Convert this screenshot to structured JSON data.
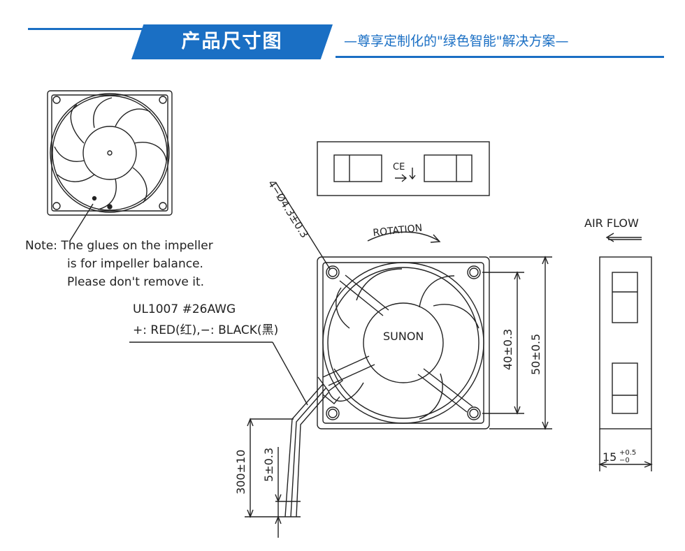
{
  "header": {
    "title": "产品尺寸图",
    "subtitle": "—尊享定制化的\"绿色智能\"解决方案—"
  },
  "drawing": {
    "note_line1": "Note: The glues on the impeller",
    "note_line2": "is for impeller balance.",
    "note_line3": "Please don't remove it.",
    "wire_spec": "UL1007  #26AWG",
    "wire_colors": "+: RED(红),−: BLACK(黑)",
    "hole_dim": "4−Ø4.3±0.3",
    "rotation_label": "ROTATION",
    "brand": "SUNON",
    "airflow_label": "AIR FLOW",
    "dim_hole_pitch": "40±0.3",
    "dim_width": "50±0.5",
    "dim_lead_length": "300±10",
    "dim_strip": "5±0.3",
    "dim_thickness": "15",
    "dim_thickness_tol_plus": "+0.5",
    "dim_thickness_tol_minus": "−0",
    "ce_mark": "CE"
  }
}
